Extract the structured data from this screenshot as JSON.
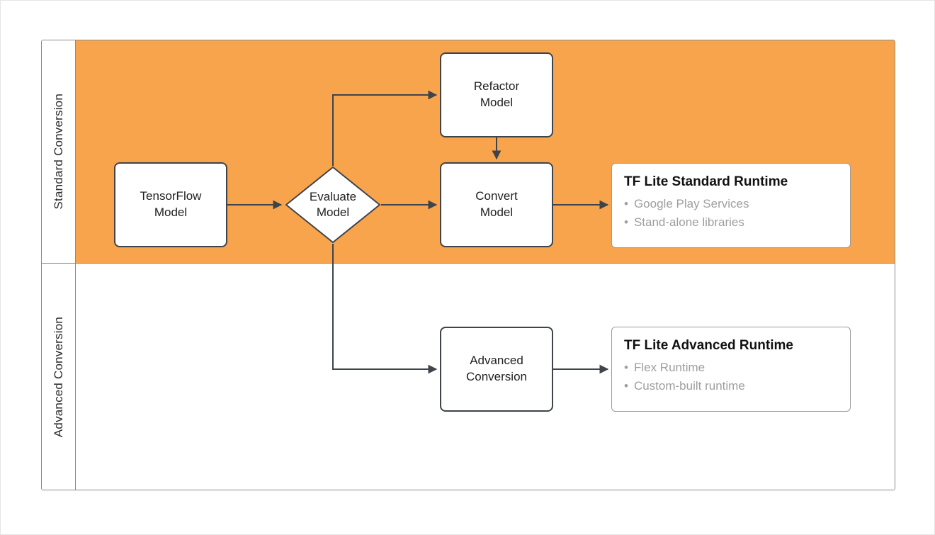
{
  "diagram": {
    "type": "flowchart-swimlane",
    "lanes": [
      {
        "id": "standard",
        "label": "Standard Conversion",
        "fill": "#F8A44C"
      },
      {
        "id": "advanced",
        "label": "Advanced Conversion",
        "fill": "#FFFFFF"
      }
    ],
    "nodes": {
      "tensorflow_model": {
        "type": "process",
        "lane": "standard",
        "label": "TensorFlow\nModel"
      },
      "evaluate_model": {
        "type": "decision",
        "lane": "standard",
        "label": "Evaluate\nModel"
      },
      "refactor_model": {
        "type": "process",
        "lane": "standard",
        "label": "Refactor\nModel"
      },
      "convert_model": {
        "type": "process",
        "lane": "standard",
        "label": "Convert\nModel"
      },
      "advanced_conversion": {
        "type": "process",
        "lane": "advanced",
        "label": "Advanced\nConversion"
      },
      "tflite_standard_runtime": {
        "type": "output",
        "lane": "standard",
        "title": "TF Lite Standard Runtime",
        "bullets": [
          "Google Play Services",
          "Stand-alone libraries"
        ]
      },
      "tflite_advanced_runtime": {
        "type": "output",
        "lane": "advanced",
        "title": "TF Lite Advanced Runtime",
        "bullets": [
          "Flex Runtime",
          "Custom-built runtime"
        ]
      }
    },
    "edges": [
      {
        "from": "tensorflow_model",
        "to": "evaluate_model"
      },
      {
        "from": "evaluate_model",
        "to": "refactor_model"
      },
      {
        "from": "refactor_model",
        "to": "convert_model"
      },
      {
        "from": "evaluate_model",
        "to": "convert_model"
      },
      {
        "from": "convert_model",
        "to": "tflite_standard_runtime"
      },
      {
        "from": "evaluate_model",
        "to": "advanced_conversion"
      },
      {
        "from": "advanced_conversion",
        "to": "tflite_advanced_runtime"
      }
    ],
    "colors": {
      "standard_lane_fill": "#F8A44C",
      "advanced_lane_fill": "#FFFFFF",
      "node_fill": "#FFFFFF",
      "node_border": "#3F444B",
      "connector": "#3F444B",
      "runtime_border": "#9B9B9B",
      "runtime_title_text": "#111111",
      "bullet_text": "#9E9E9E",
      "lane_border": "#8A8A8A"
    }
  }
}
